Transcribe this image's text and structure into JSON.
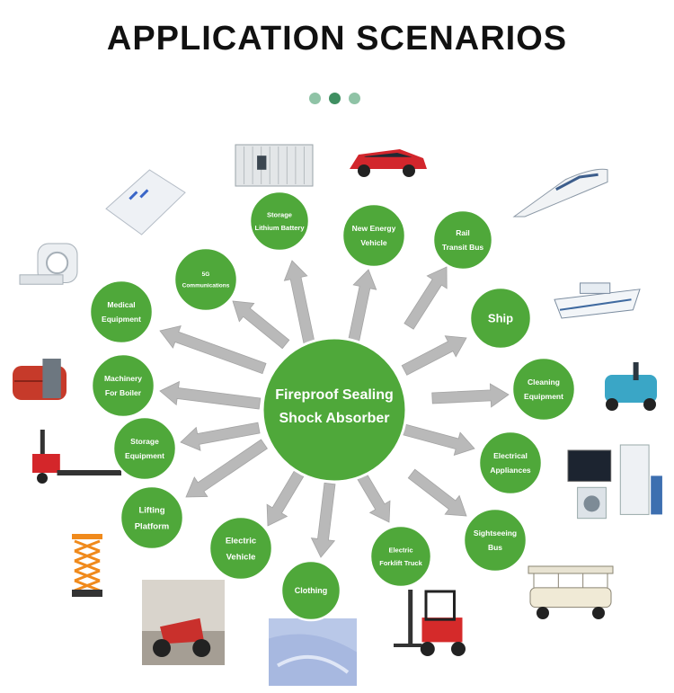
{
  "title": "APPLICATION SCENARIOS",
  "carousel": {
    "count": 3,
    "active_index": 1
  },
  "colors": {
    "node_fill": "#4fa83a",
    "node_stroke": "#ffffff",
    "arrow": "#b9b9b9",
    "dot": "#8fc3a6",
    "dot_active": "#3f8f61"
  },
  "center": {
    "lines": [
      "Fireproof Sealing",
      "Shock Absorber"
    ]
  },
  "nodes": [
    {
      "id": "storage-lithium-battery",
      "lines": [
        "Storage",
        "Lithium Battery"
      ],
      "icon": "battery-container-icon"
    },
    {
      "id": "new-energy-vehicle",
      "lines": [
        "New Energy",
        "Vehicle"
      ],
      "icon": "red-suv-icon"
    },
    {
      "id": "rail-transit-bus",
      "lines": [
        "Rail",
        "Transit Bus"
      ],
      "icon": "bullet-train-icon"
    },
    {
      "id": "ship",
      "lines": [
        "Ship"
      ],
      "icon": "cruise-ship-icon"
    },
    {
      "id": "cleaning-equipment",
      "lines": [
        "Cleaning",
        "Equipment"
      ],
      "icon": "floor-scrubber-icon"
    },
    {
      "id": "electrical-appliances",
      "lines": [
        "Electrical",
        "Appliances"
      ],
      "icon": "home-appliances-icon"
    },
    {
      "id": "sightseeing-bus",
      "lines": [
        "Sightseeing",
        "Bus"
      ],
      "icon": "sightseeing-cart-icon"
    },
    {
      "id": "electric-forklift-truck",
      "lines": [
        "Electric",
        "Forklift Truck"
      ],
      "icon": "forklift-icon"
    },
    {
      "id": "clothing",
      "lines": [
        "Clothing"
      ],
      "icon": "fabric-icon"
    },
    {
      "id": "electric-vehicle",
      "lines": [
        "Electric",
        "Vehicle"
      ],
      "icon": "scooter-icon"
    },
    {
      "id": "lifting-platform",
      "lines": [
        "Lifting",
        "Platform"
      ],
      "icon": "scissor-lift-icon"
    },
    {
      "id": "storage-equipment",
      "lines": [
        "Storage",
        "Equipment"
      ],
      "icon": "pallet-jack-icon"
    },
    {
      "id": "machinery-for-boiler",
      "lines": [
        "Machinery",
        "For Boiler"
      ],
      "icon": "boiler-icon"
    },
    {
      "id": "medical-equipment",
      "lines": [
        "Medical",
        "Equipment"
      ],
      "icon": "mri-scanner-icon"
    },
    {
      "id": "5g-communications",
      "lines": [
        "5G",
        "Communications"
      ],
      "icon": "5g-router-icon"
    }
  ]
}
